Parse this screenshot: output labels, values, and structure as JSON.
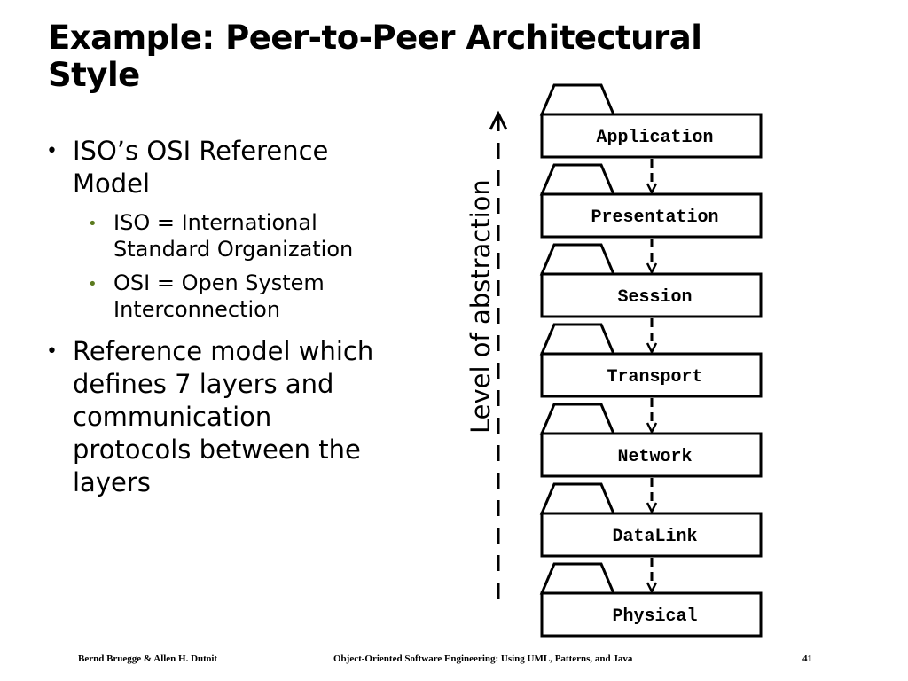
{
  "slide": {
    "title_line1": "Example: Peer-to-Peer Architectural",
    "title_line2": "Style",
    "bullets": [
      {
        "text_lines": [
          "ISO’s OSI Reference",
          "Model"
        ],
        "sub_bullets": [
          {
            "text_lines": [
              "ISO = International",
              "Standard Organization"
            ]
          },
          {
            "text_lines": [
              "OSI = Open System",
              "Interconnection"
            ]
          }
        ]
      },
      {
        "text_lines": [
          "Reference model which",
          "defines 7 layers and",
          "communication",
          "protocols between the",
          "layers"
        ]
      }
    ],
    "bullet_glyph": "•",
    "sub_bullet_color": "#5b7a1e"
  },
  "diagram": {
    "axis_label": "Level of abstraction",
    "layers": [
      "Application",
      "Presentation",
      "Session",
      "Transport",
      "Network",
      "DataLink",
      "Physical"
    ]
  },
  "footer": {
    "authors": "Bernd Bruegge & Allen H. Dutoit",
    "book_title": "Object-Oriented Software Engineering: Using UML, Patterns, and Java",
    "page_number": "41"
  }
}
